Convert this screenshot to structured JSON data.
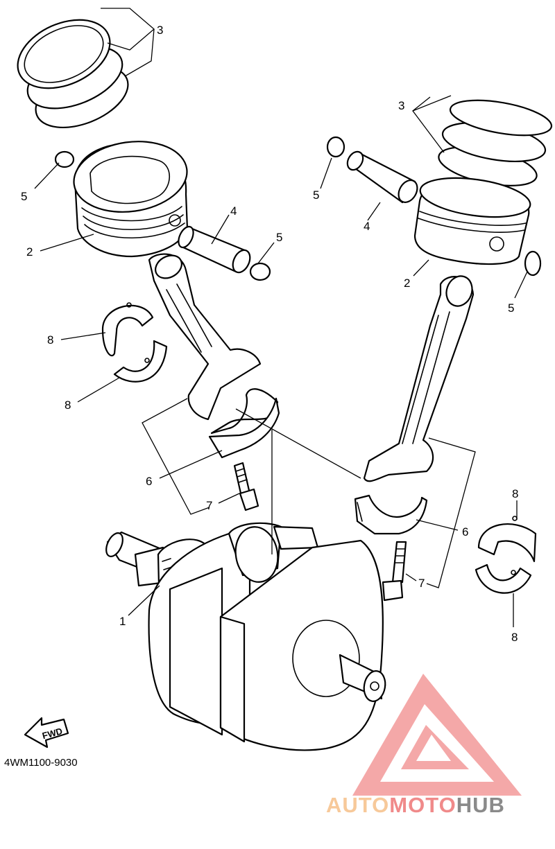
{
  "diagram": {
    "part_code": "4WM1100-9030",
    "fwd_label": "FWD",
    "callouts": {
      "crankshaft": "1",
      "piston_left": "2",
      "piston_right": "2",
      "rings_left": "3",
      "rings_right": "3",
      "pin_left": "4",
      "pin_right": "4",
      "clip_left_a": "5",
      "clip_left_b": "5",
      "clip_right_a": "5",
      "clip_right_b": "5",
      "rod_left": "6",
      "rod_right": "6",
      "bolt_left": "7",
      "bolt_right": "7",
      "bearing_left_a": "8",
      "bearing_left_b": "8",
      "bearing_right_a": "8",
      "bearing_right_b": "8"
    }
  },
  "watermark": {
    "brand_part1": "AUTO",
    "brand_part2": "MOTO",
    "brand_part3": "HUB",
    "color_light": "#f7c99a",
    "color_red": "#f07878",
    "color_dark": "#888888"
  }
}
